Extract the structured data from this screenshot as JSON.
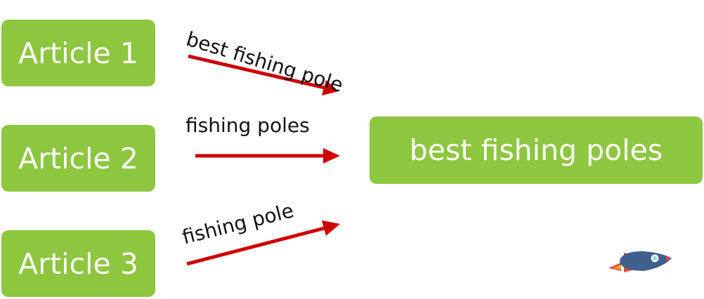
{
  "articles": [
    {
      "label": "Article 1"
    },
    {
      "label": "Article 2"
    },
    {
      "label": "Article 3"
    }
  ],
  "target": {
    "label": "best fishing poles"
  },
  "anchors": [
    {
      "text": "best fishing pole"
    },
    {
      "text": "fishing poles"
    },
    {
      "text": "fishing pole"
    }
  ],
  "colors": {
    "box": "#8dc63f",
    "box_text": "#ffffff",
    "arrow": "#cc0000",
    "label_text": "#111111"
  },
  "icons": {
    "corner": "rocket-icon"
  }
}
